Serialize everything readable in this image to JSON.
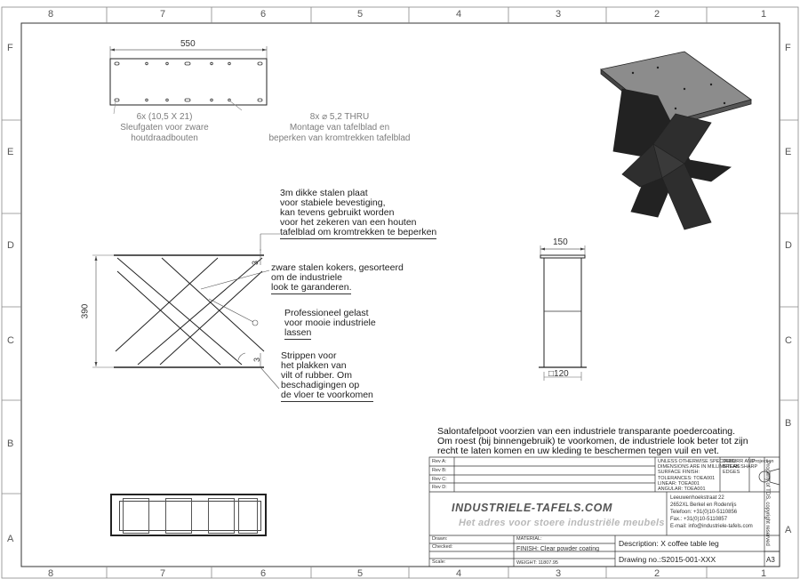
{
  "grid": {
    "cols_top": [
      "8",
      "7",
      "6",
      "5",
      "4",
      "3",
      "2",
      "1"
    ],
    "cols_bottom": [
      "8",
      "7",
      "6",
      "5",
      "4",
      "3",
      "2",
      "1"
    ],
    "rows_left": [
      "F",
      "E",
      "D",
      "C",
      "B",
      "A"
    ],
    "rows_right": [
      "F",
      "E",
      "D",
      "C",
      "B",
      "A"
    ]
  },
  "top_view": {
    "width_dim": "550",
    "slots_note": [
      "6x (10,5 X 21)",
      "Sleufgaten voor zware",
      "houtdraadbouten"
    ],
    "holes_note": [
      "8x ⌀ 5,2 THRU",
      "Montage van tafelblad en",
      "beperken van kromtrekken tafelblad"
    ]
  },
  "front_view": {
    "height_dim": "390",
    "dim_3_top": "3",
    "dim_3_bottom": "3",
    "note_plate": [
      "3m dikke stalen plaat",
      "voor stabiele bevestiging,",
      "kan tevens gebruikt worden",
      "voor het zekeren van een houten",
      "tafelblad om kromtrekken te beperken"
    ],
    "note_tubes": [
      "zware stalen kokers, gesorteerd",
      "om de industriele",
      "look te garanderen."
    ],
    "note_weld": [
      "Professioneel gelast",
      "voor mooie industriele",
      "lassen"
    ],
    "note_strips": [
      "Strippen voor",
      "het plakken van",
      "vilt of rubber. Om",
      "beschadigingen op",
      "de vloer te voorkomen"
    ]
  },
  "side_view": {
    "width_dim": "150",
    "tube_dim": "□120"
  },
  "description_text": [
    "Salontafelpoot voorzien van een industriele transparante poedercoating.",
    "Om roest (bij binnengebruik) te voorkomen, de industriele look beter tot zijn",
    "recht te laten komen en uw kleding te beschermen tegen vuil en vet."
  ],
  "title_block": {
    "rev_labels": [
      "Rev A:",
      "Rev B:",
      "Rev C:",
      "Rev D:"
    ],
    "tolerance_lines": [
      "UNLESS OTHERWISE SPECIFIED:",
      "DIMENSIONS ARE IN MILLIMETERS",
      "SURFACE FINISH:",
      "TOLERANCES: TOEA001",
      "LINEAR: TOEA001",
      "ANGULAR: TOEA001"
    ],
    "deburr": [
      "DEBURR AND",
      "BREAK SHARP",
      "EDGES"
    ],
    "projection": "Projection",
    "company": "INDUSTRIELE-TAFELS.COM",
    "slogan": "Het adres voor stoere industriële meubels",
    "address": [
      "Leeuwenhoekstraat 22",
      "2652XL Berkel en Rodenrijs",
      "Telefoon: +31(0)10-5110856",
      "Fax.: +31(0)10-5110857",
      "E-mail: info@industriele-tafels.com"
    ],
    "rows": [
      "Drawn:",
      "Checked:",
      "Scale:"
    ],
    "material_label": "MATERIAL:",
    "finish": "FINISH: Clear powder coating",
    "weight": "WEIGHT: 11807.95",
    "description": "Description: X coffee table leg",
    "drawing_no": "Drawing no.:S2015-001-XXX",
    "sheet_size": "A3",
    "copyright": "Property of TDS, copyright reserved"
  }
}
